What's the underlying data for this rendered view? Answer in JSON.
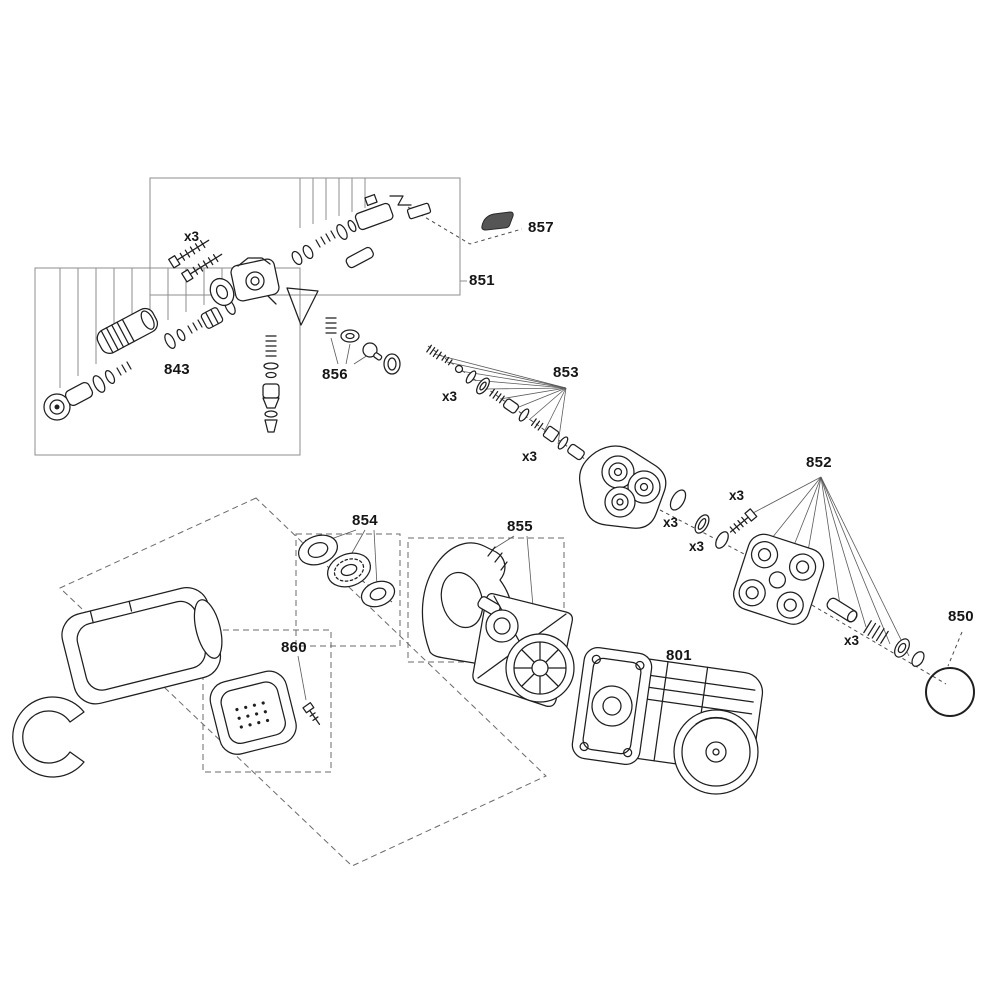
{
  "diagram": {
    "type": "exploded-parts-diagram",
    "background": "#ffffff",
    "line_color": "#1f1f1f",
    "frame_line_color": "#8d8d8d",
    "labels": {
      "l801": "801",
      "l843": "843",
      "l850": "850",
      "l851": "851",
      "l852": "852",
      "l853": "853",
      "l854": "854",
      "l855": "855",
      "l856": "856",
      "l857": "857",
      "l860": "860"
    },
    "qty": [
      "x3",
      "x3",
      "x3",
      "x3",
      "x3",
      "x3",
      "x3"
    ]
  }
}
